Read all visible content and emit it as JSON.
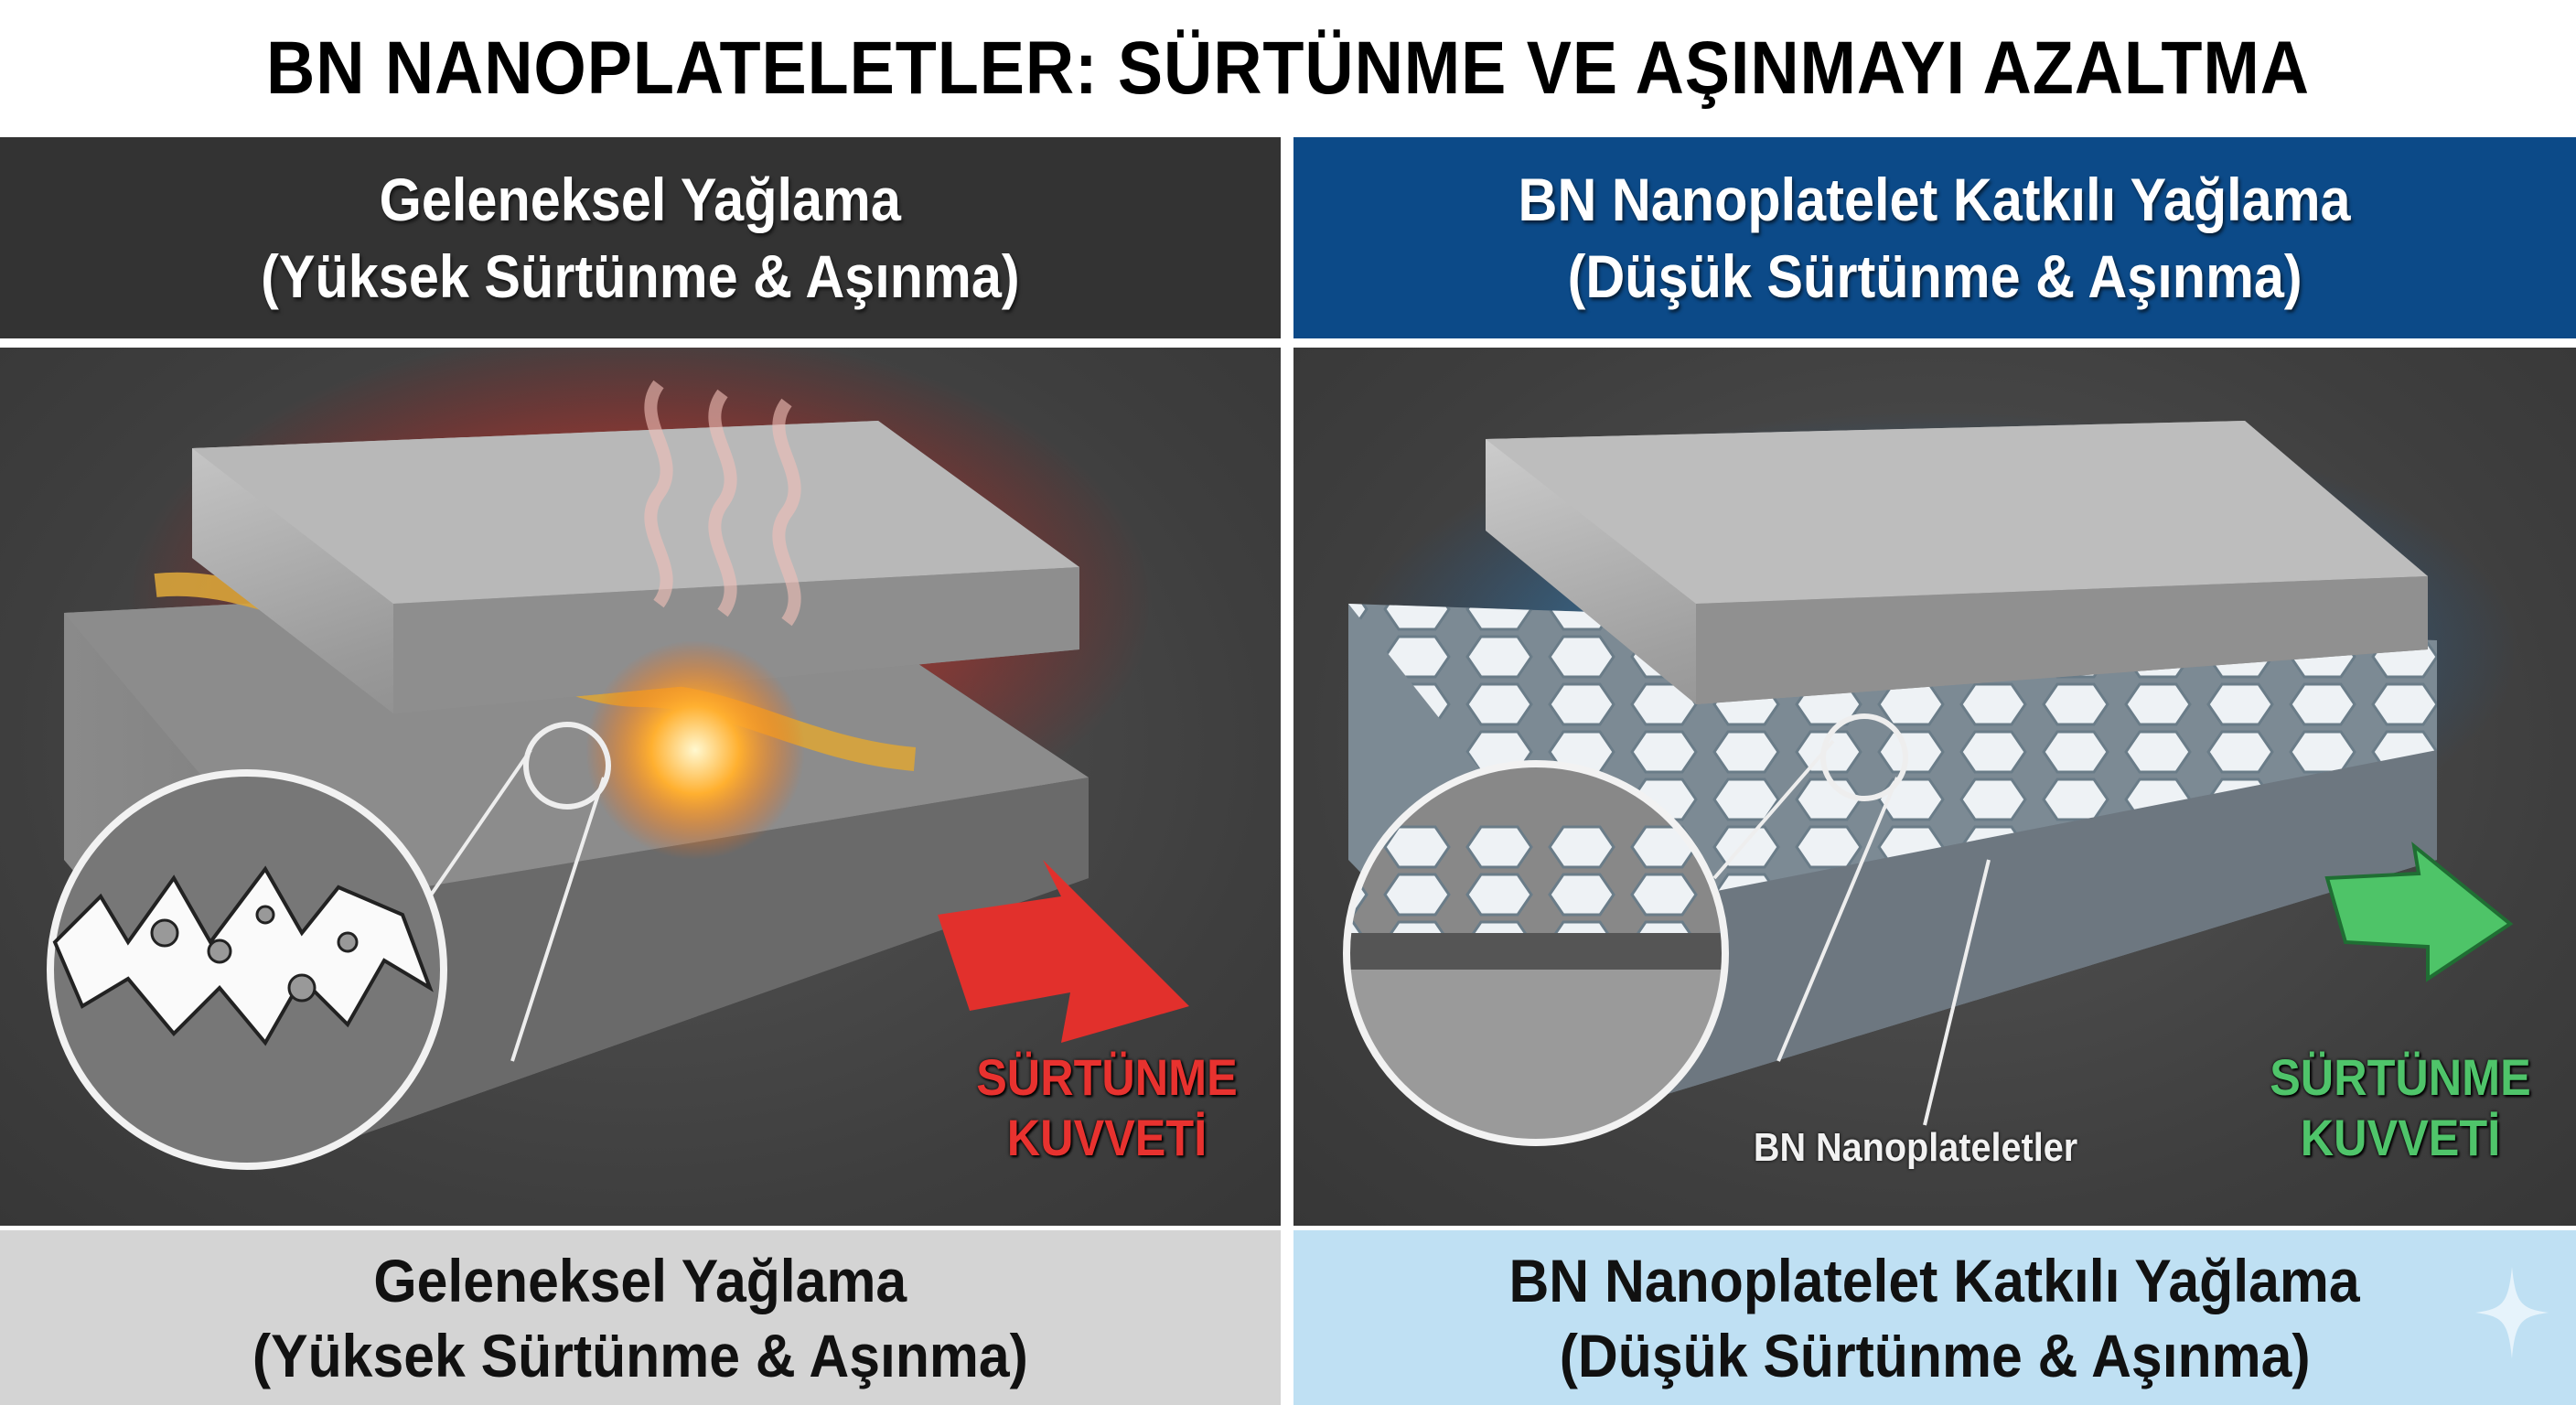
{
  "title": "BN NANOPLATELETLER: SÜRTÜNME VE AŞINMAYI AZALTMA",
  "left": {
    "header_line1": "Geleneksel Yağlama",
    "header_line2": "(Yüksek Sürtünme & Aşınma)",
    "force_line1": "SÜRTÜNME",
    "force_line2": "KUVVETİ",
    "footer_line1": "Geleneksel Yağlama",
    "footer_line2": "(Yüksek Sürtünme & Aşınma)",
    "accent": "#e8322f"
  },
  "right": {
    "header_line1": "BN Nanoplatelet Katkılı Yağlama",
    "header_line2": "(Düşük Sürtünme & Aşınma)",
    "callout": "BN Nanoplateletler",
    "force_line1": "SÜRTÜNME",
    "force_line2": "KUVVETİ",
    "footer_line1": "BN Nanoplatelet Katkılı Yağlama",
    "footer_line2": "(Düşük Sürtünme & Aşınma)",
    "accent": "#4fc46a"
  }
}
